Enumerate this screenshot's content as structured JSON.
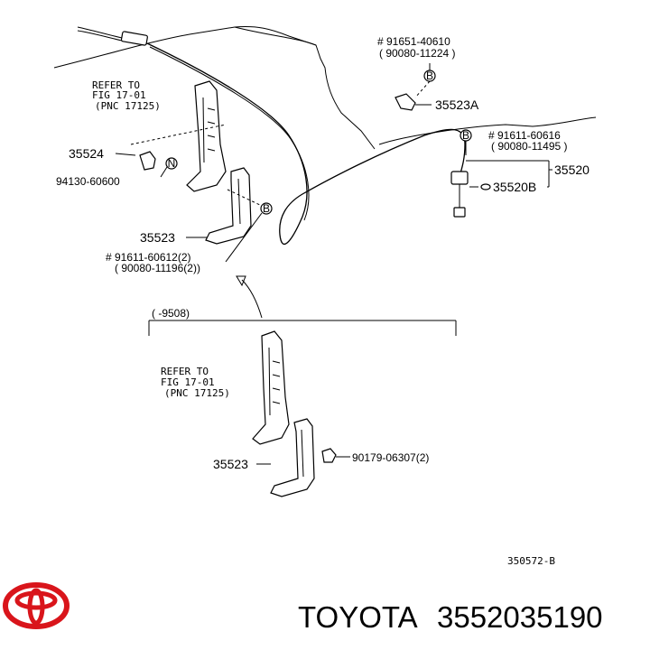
{
  "callouts": {
    "top_refer": [
      "REFER TO",
      "FIG 17-01",
      "(PNC 17125)"
    ],
    "bottom_refer": [
      "REFER TO",
      "FIG 17-01",
      "(PNC 17125)"
    ],
    "p35524": "35524",
    "p94130": "94130-60600",
    "p35523_top": "35523",
    "p91611_60612": "# 91611-60612(2)",
    "p90080_11196": "( 90080-11196(2))",
    "p91651": "# 91651-40610",
    "p90080_11224": "( 90080-11224 )",
    "p35523A": "35523A",
    "p91611_60616": "# 91611-60616",
    "p90080_11495": "( 90080-11495 )",
    "p35520": "35520",
    "p35520B": "35520B",
    "range": "(        -9508)",
    "p35523_bottom": "35523",
    "p90179": "90179-06307(2)",
    "ref_code": "350572-B",
    "marker_b": "B",
    "marker_n": "N"
  },
  "footer": {
    "brand": "TOYOTA",
    "part_number": "3552035190"
  },
  "colors": {
    "logo_red": "#d9151b",
    "ink": "#000000"
  }
}
